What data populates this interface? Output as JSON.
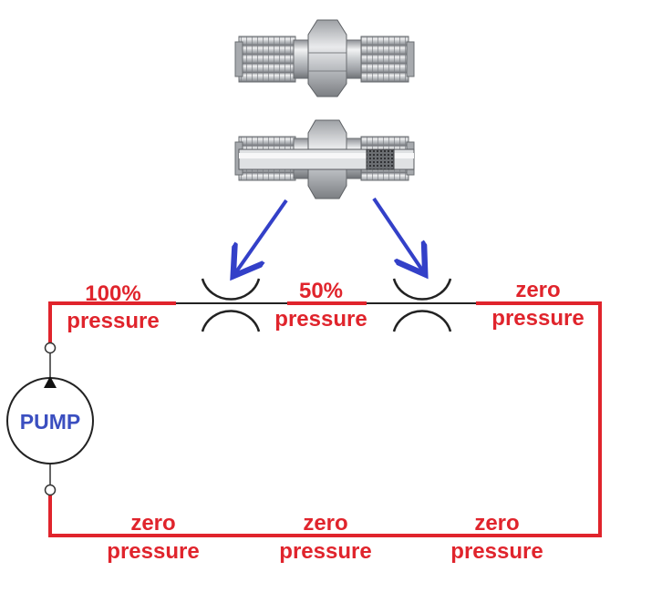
{
  "pump": {
    "label": "PUMP"
  },
  "labels": {
    "upstream": {
      "line1": "100%",
      "line2": "pressure"
    },
    "between": {
      "line1": "50%",
      "line2": "pressure"
    },
    "downstream": {
      "line1": "zero",
      "line2": "pressure"
    },
    "bottom_left": {
      "line1": "zero",
      "line2": "pressure"
    },
    "bottom_middle": {
      "line1": "zero",
      "line2": "pressure"
    },
    "bottom_right": {
      "line1": "zero",
      "line2": "pressure"
    }
  },
  "colors": {
    "pipe": "#e0242c",
    "label": "#e0242c",
    "pump_text": "#3b4fc0",
    "arrow": "#3340c8",
    "fitting_metal": "#c9ccd0"
  },
  "icons": [
    "plain-union-fitting-icon",
    "restrictor-fitting-icon",
    "pump-symbol-icon",
    "orifice-restriction-icon"
  ]
}
